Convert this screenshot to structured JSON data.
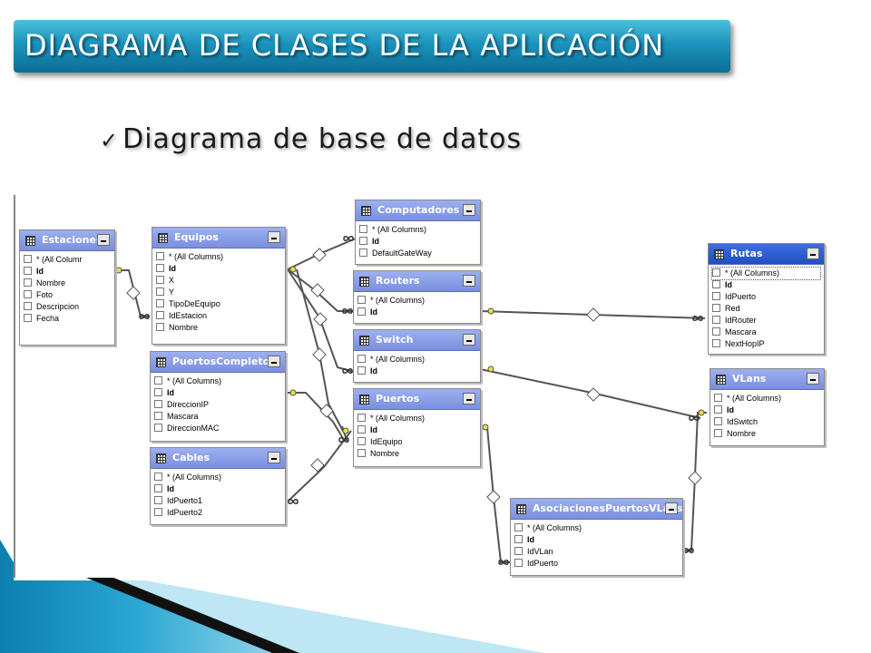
{
  "header": {
    "title": "DIAGRAMA DE CLASES DE LA APLICACIÓN",
    "subtitle_check": "✓",
    "subtitle": "Diagrama de base de datos"
  },
  "colors": {
    "title_bar": "#1b93bd",
    "table_header": "#7a8fdf",
    "table_header_active": "#1f4fc2"
  },
  "icons": {
    "table": "table-grid-icon",
    "minimize": "minimize-icon",
    "key": "key-icon",
    "infinity": "infinity-icon"
  },
  "tables": {
    "estaciones": {
      "name": "Estaciones",
      "columns": [
        "* (All Columr",
        "Id",
        "Nombre",
        "Foto",
        "Descripcion",
        "Fecha"
      ]
    },
    "equipos": {
      "name": "Equipos",
      "columns": [
        "* (All Columns)",
        "Id",
        "X",
        "Y",
        "TipoDeEquipo",
        "IdEstacion",
        "Nombre"
      ]
    },
    "computadores": {
      "name": "Computadores",
      "columns": [
        "* (All Columns)",
        "Id",
        "DefaultGateWay"
      ]
    },
    "routers": {
      "name": "Routers",
      "columns": [
        "* (All Columns)",
        "Id"
      ]
    },
    "switch": {
      "name": "Switch",
      "columns": [
        "* (All Columns)",
        "Id"
      ]
    },
    "puertos": {
      "name": "Puertos",
      "columns": [
        "* (All Columns)",
        "Id",
        "IdEquipo",
        "Nombre"
      ]
    },
    "puertos_completos": {
      "name": "PuertosCompletos",
      "columns": [
        "* (All Columns)",
        "Id",
        "DireccionIP",
        "Mascara",
        "DireccionMAC"
      ]
    },
    "cables": {
      "name": "Cables",
      "columns": [
        "* (All Columns)",
        "Id",
        "IdPuerto1",
        "IdPuerto2"
      ]
    },
    "rutas": {
      "name": "Rutas",
      "columns": [
        "* (All Columns)",
        "Id",
        "IdPuerto",
        "Red",
        "IdRouter",
        "Mascara",
        "NextHopIP"
      ]
    },
    "vlans": {
      "name": "VLans",
      "columns": [
        "* (All Columns)",
        "Id",
        "IdSwitch",
        "Nombre"
      ]
    },
    "asociaciones": {
      "name": "AsociacionesPuertosVLans",
      "columns": [
        "* (All Columns)",
        "Id",
        "IdVLan",
        "IdPuerto"
      ]
    }
  }
}
